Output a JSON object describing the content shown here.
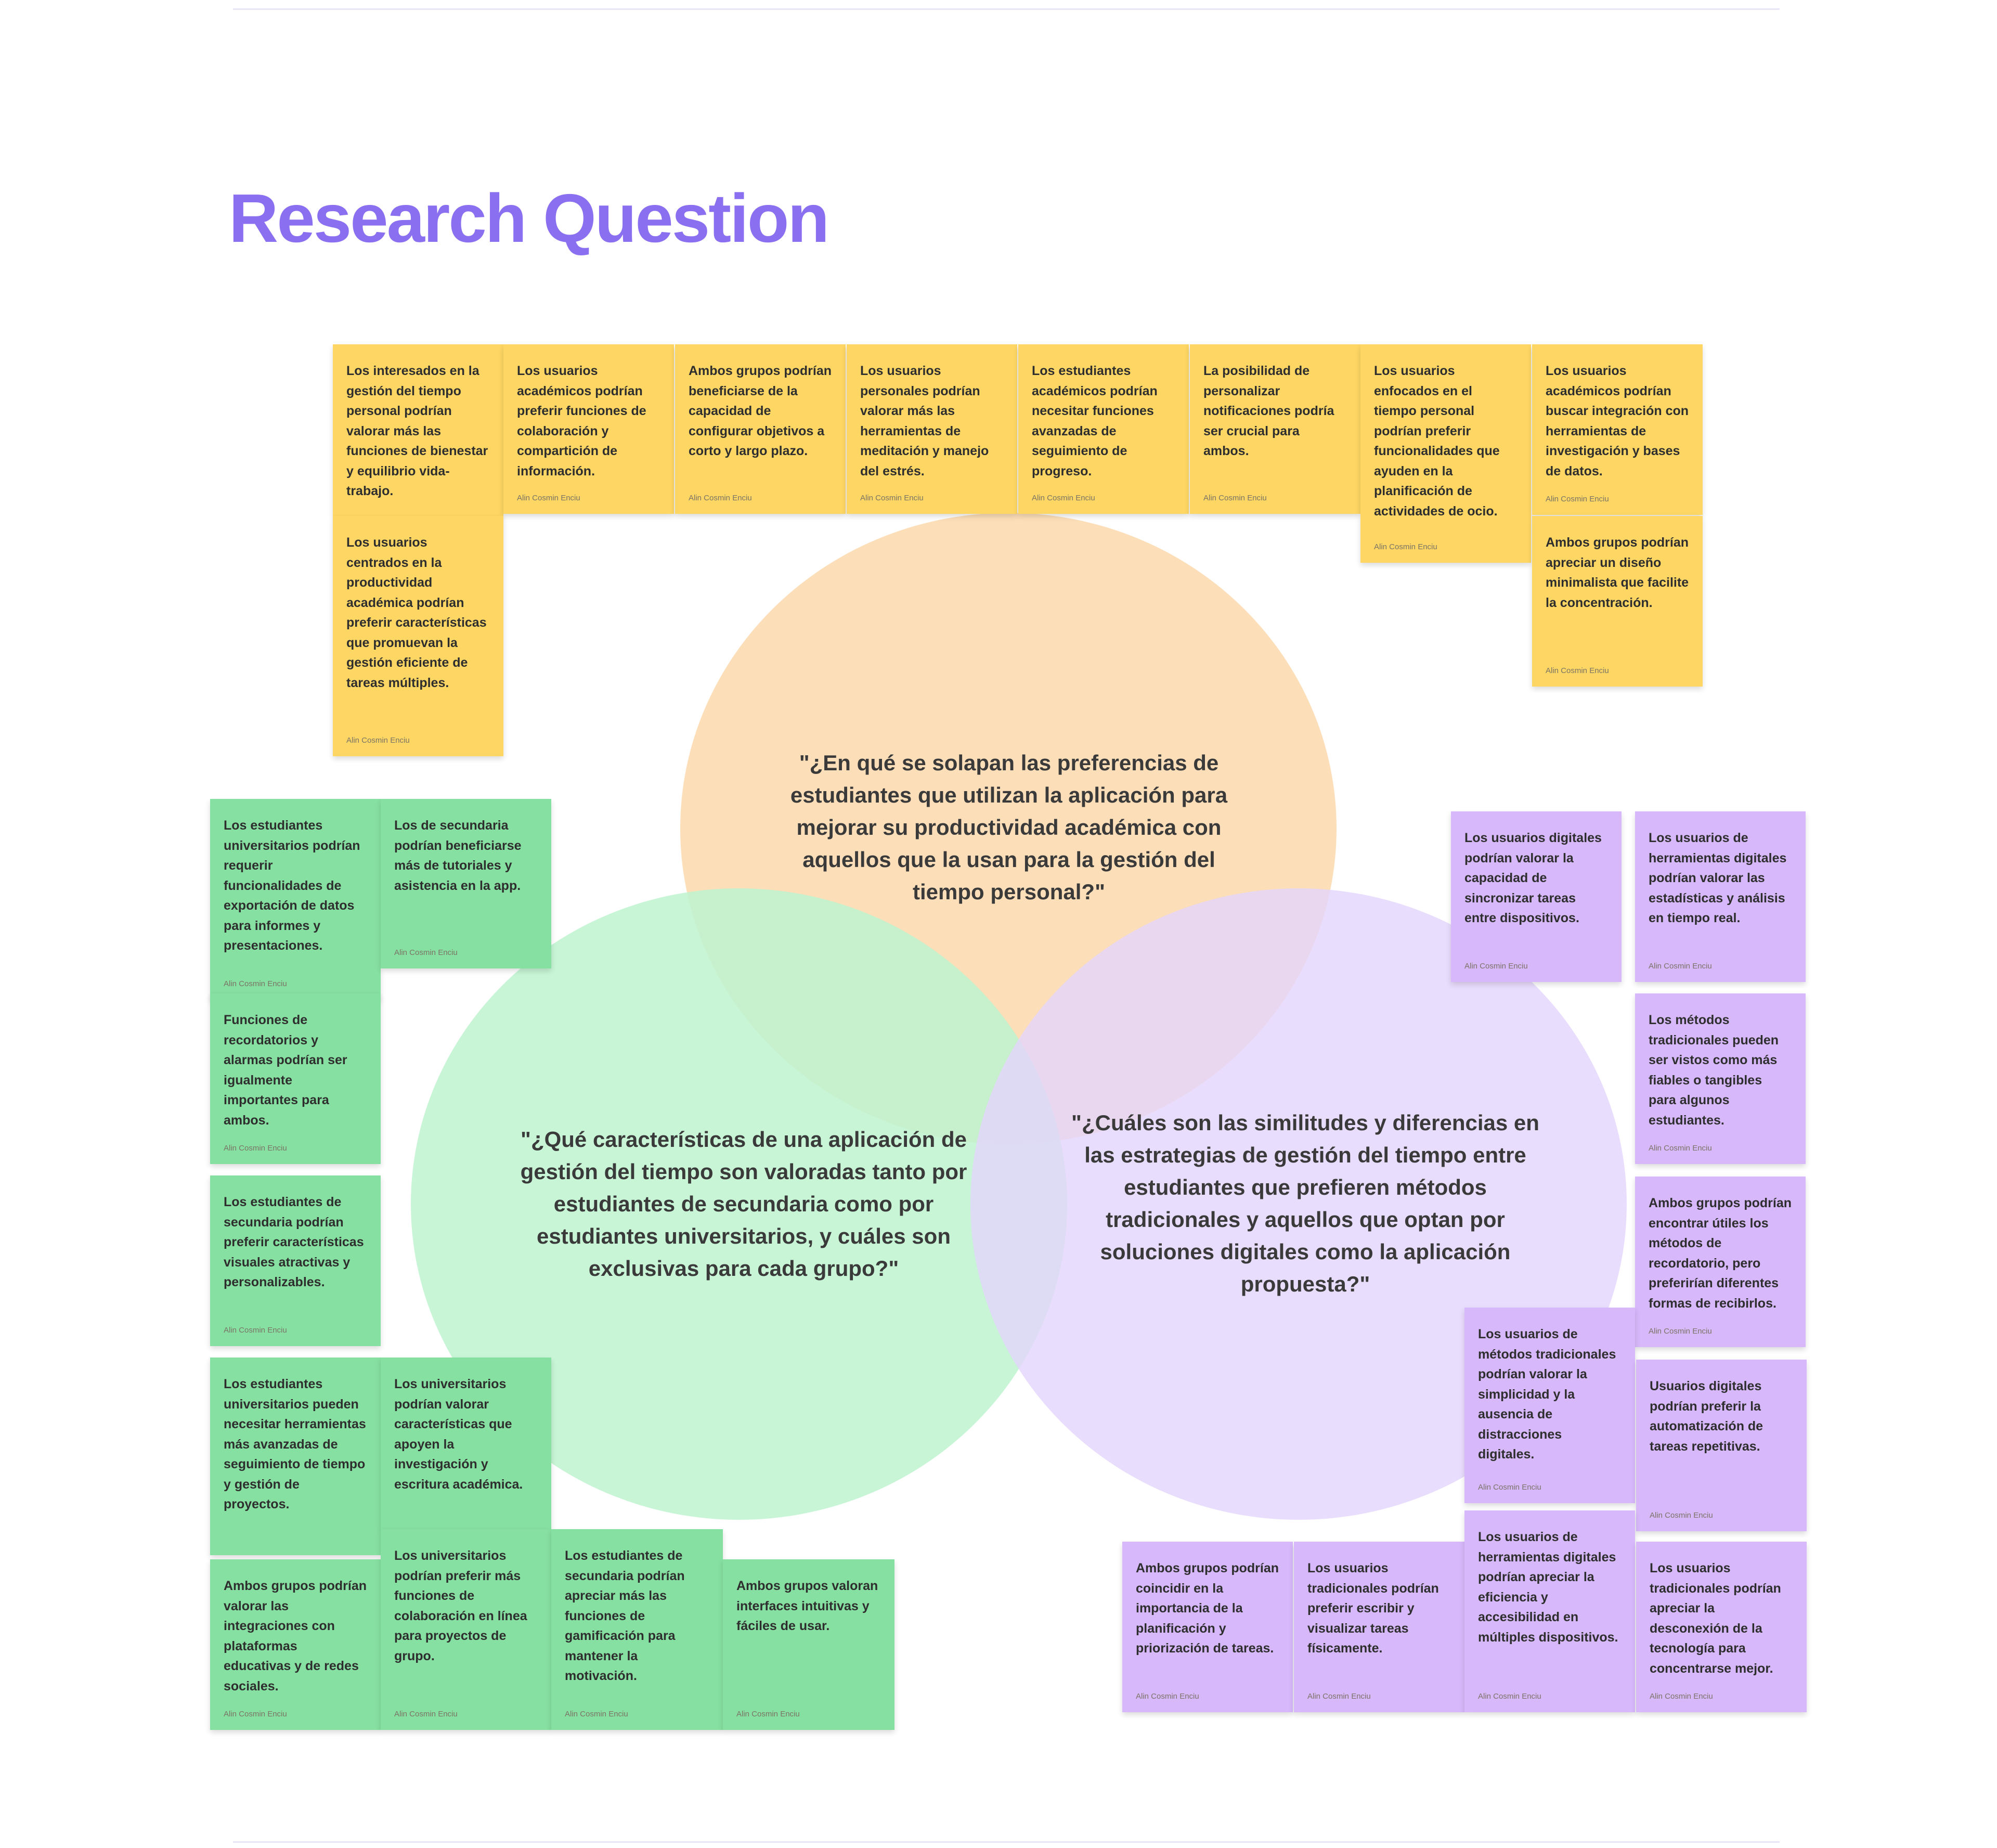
{
  "title": "Research Question",
  "questions": {
    "top": "\"¿En qué se solapan las preferencias de estudiantes que utilizan la aplicación para mejorar su productividad académica con aquellos que la usan para la gestión del tiempo personal?\"",
    "left": "\"¿Qué características de una aplicación de gestión del tiempo son valoradas tanto por estudiantes de secundaria como por estudiantes universitarios, y cuáles son exclusivas para cada grupo?\"",
    "right": "\"¿Cuáles son las similitudes y diferencias en las estrategias de gestión del tiempo entre estudiantes que prefieren métodos tradicionales y aquellos que optan por soluciones digitales como la aplicación propuesta?\""
  },
  "colors": {
    "title": "#8a6ff0",
    "note_yellow": "#fdd663",
    "note_green": "#86e0a1",
    "note_purple": "#d7b8fb",
    "circle_orange": "#fbd7a8",
    "circle_green": "#bdf3cf",
    "circle_purple": "#e3d4fd"
  },
  "notes": [
    {
      "text": "Los interesados en la gestión del tiempo personal podrían valorar más las funciones de bienestar y equilibrio vida-trabajo.",
      "author": ""
    },
    {
      "text": "Los usuarios académicos podrían preferir funciones de colaboración y compartición de información.",
      "author": "Alin Cosmin Enciu"
    },
    {
      "text": "Ambos grupos podrían beneficiarse de la capacidad de configurar objetivos a corto y largo plazo.",
      "author": "Alin Cosmin Enciu"
    },
    {
      "text": "Los usuarios personales podrían valorar más las herramientas de meditación y manejo del estrés.",
      "author": "Alin Cosmin Enciu"
    },
    {
      "text": "Los estudiantes académicos podrían necesitar funciones avanzadas de seguimiento de progreso.",
      "author": "Alin Cosmin Enciu"
    },
    {
      "text": "La posibilidad de personalizar notificaciones podría ser crucial para ambos.",
      "author": "Alin Cosmin Enciu"
    },
    {
      "text": "Los usuarios enfocados en el tiempo personal podrían preferir funcionalidades que ayuden en la planificación de actividades de ocio.",
      "author": "Alin Cosmin Enciu"
    },
    {
      "text": "Los usuarios académicos podrían buscar integración con herramientas de investigación y bases de datos.",
      "author": "Alin Cosmin Enciu"
    },
    {
      "text": "Los usuarios centrados en la productividad académica podrían preferir características que promuevan la gestión eficiente de tareas múltiples.",
      "author": "Alin Cosmin Enciu"
    },
    {
      "text": "Ambos grupos podrían apreciar un diseño minimalista que facilite la concentración.",
      "author": "Alin Cosmin Enciu"
    },
    {
      "text": "Los estudiantes universitarios podrían requerir funcionalidades de exportación de datos para informes y presentaciones.",
      "author": "Alin Cosmin Enciu"
    },
    {
      "text": "Los de secundaria podrían beneficiarse más de tutoriales y asistencia en la app.",
      "author": "Alin Cosmin Enciu"
    },
    {
      "text": "Funciones de recordatorios y alarmas podrían ser igualmente importantes para ambos.",
      "author": "Alin Cosmin Enciu"
    },
    {
      "text": "Los estudiantes de secundaria podrían preferir características visuales atractivas y personalizables.",
      "author": "Alin Cosmin Enciu"
    },
    {
      "text": "Los estudiantes universitarios pueden necesitar herramientas más avanzadas de seguimiento de tiempo y gestión de proyectos.",
      "author": ""
    },
    {
      "text": "Los universitarios podrían valorar características que apoyen la investigación y escritura académica.",
      "author": ""
    },
    {
      "text": "Ambos grupos podrían valorar las integraciones con plataformas educativas y de redes sociales.",
      "author": "Alin Cosmin Enciu"
    },
    {
      "text": "Los universitarios podrían preferir más funciones de colaboración en línea para proyectos de grupo.",
      "author": "Alin Cosmin Enciu"
    },
    {
      "text": "Los estudiantes de secundaria podrían apreciar más las funciones de gamificación para mantener la motivación.",
      "author": "Alin Cosmin Enciu"
    },
    {
      "text": "Ambos grupos valoran interfaces intuitivas y fáciles de usar.",
      "author": "Alin Cosmin Enciu"
    },
    {
      "text": "Los usuarios digitales podrían valorar la capacidad de sincronizar tareas entre dispositivos.",
      "author": "Alin Cosmin Enciu"
    },
    {
      "text": "Los usuarios de herramientas digitales podrían valorar las estadísticas y análisis en tiempo real.",
      "author": "Alin Cosmin Enciu"
    },
    {
      "text": "Los métodos tradicionales pueden ser vistos como más fiables o tangibles para algunos estudiantes.",
      "author": "Alin Cosmin Enciu"
    },
    {
      "text": "Ambos grupos podrían encontrar útiles los métodos de recordatorio, pero preferirían diferentes formas de recibirlos.",
      "author": "Alin Cosmin Enciu"
    },
    {
      "text": "Los usuarios de métodos tradicionales podrían valorar la simplicidad y la ausencia de distracciones digitales.",
      "author": "Alin Cosmin Enciu"
    },
    {
      "text": "Usuarios digitales podrían preferir la automatización de tareas repetitivas.",
      "author": "Alin Cosmin Enciu"
    },
    {
      "text": "Ambos grupos podrían coincidir en la importancia de la planificación y priorización de tareas.",
      "author": "Alin Cosmin Enciu"
    },
    {
      "text": "Los usuarios tradicionales podrían preferir escribir y visualizar tareas físicamente.",
      "author": "Alin Cosmin Enciu"
    },
    {
      "text": "Los usuarios de herramientas digitales podrían apreciar la eficiencia y accesibilidad en múltiples dispositivos.",
      "author": "Alin Cosmin Enciu"
    },
    {
      "text": "Los usuarios tradicionales podrían apreciar la desconexión de la tecnología para concentrarse mejor.",
      "author": "Alin Cosmin Enciu"
    }
  ]
}
